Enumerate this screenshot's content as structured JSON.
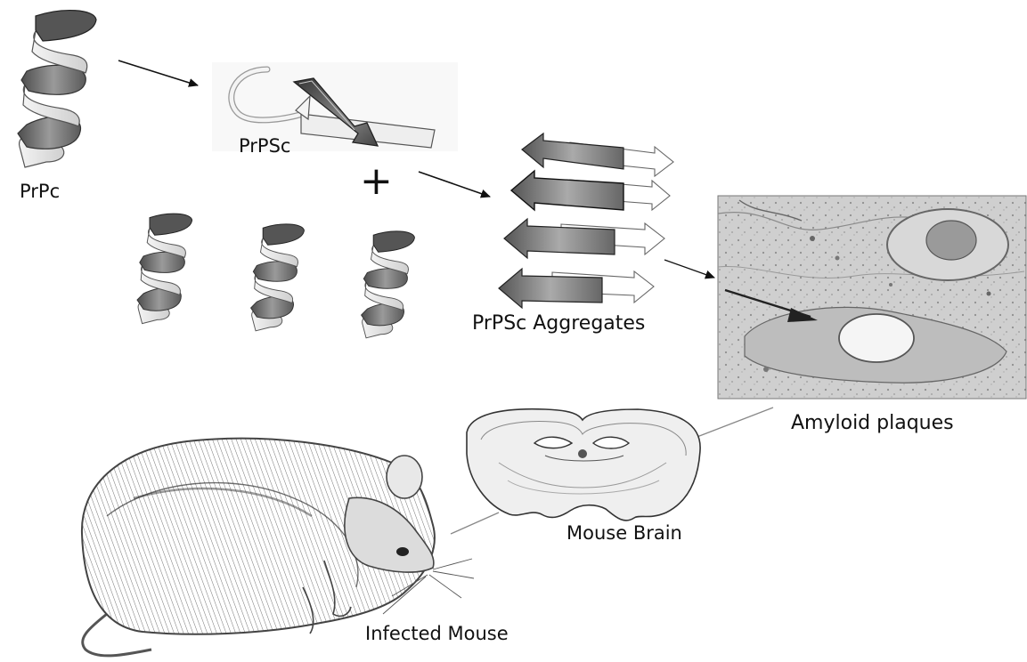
{
  "labels": {
    "prpc": "PrPc",
    "prpsc": "PrPSc",
    "plus": "+",
    "aggregates": "PrPSc Aggregates",
    "amyloid": "Amyloid plaques",
    "brain": "Mouse Brain",
    "mouse": "Infected Mouse"
  },
  "colors": {
    "helix_dark": "#555555",
    "helix_mid": "#8a8a8a",
    "helix_light": "#e6e6e6",
    "ink": "#111111",
    "micrograph_bg": "#c9c9c9"
  }
}
